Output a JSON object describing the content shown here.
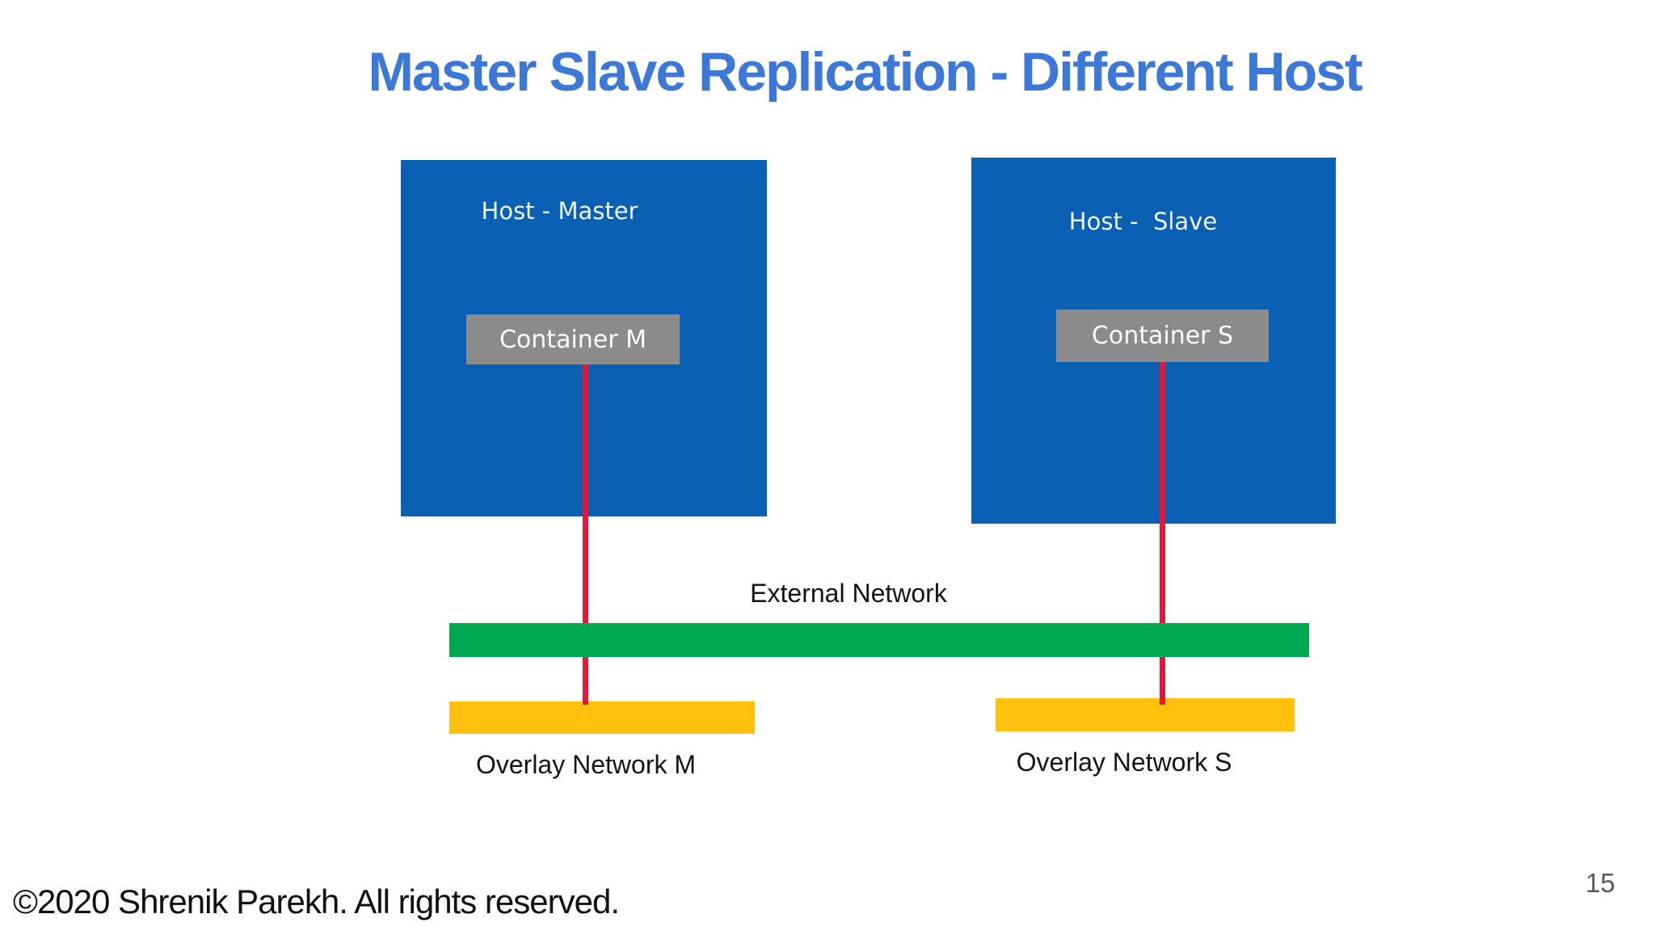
{
  "slide": {
    "title": "Master Slave Replication - Different Host",
    "copyright": "©2020 Shrenik Parekh. All rights reserved.",
    "page_number": "15"
  },
  "diagram": {
    "hosts": [
      {
        "label": "Host - Master",
        "container": "Container M"
      },
      {
        "label": "Host -  Slave",
        "container": "Container S"
      }
    ],
    "external_network": {
      "label": "External Network"
    },
    "overlay_networks": [
      {
        "label": "Overlay Network M"
      },
      {
        "label": "Overlay Network S"
      }
    ]
  },
  "colors": {
    "title-blue": "#3C78D8",
    "host-blue": "#0A60B2",
    "container-gray": "#8B8B8B",
    "connector-red": "#E8173A",
    "external-green": "#00A94F",
    "overlay-yellow": "#FFC00E",
    "label-black": "#141414",
    "page-number-gray": "#595959"
  }
}
